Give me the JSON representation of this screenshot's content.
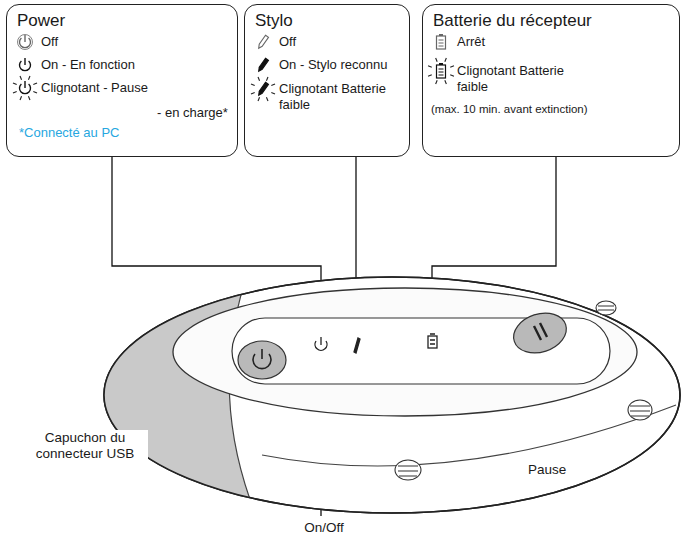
{
  "diagram": {
    "nodes": [
      {
        "text": [
          "Power",
          "Off",
          "On - En fonction",
          "Clignotant - Pause",
          "- en charge*",
          "*Connecté au PC"
        ]
      },
      {
        "text": [
          "Stylo",
          "Off",
          "On - Stylo reconnu",
          "Clignotant Batterie faible"
        ]
      },
      {
        "text": [
          "Batterie du récepteur",
          "Arrêt",
          "Clignotant Batterie faible",
          "(max. 10 min. avant extinction)"
        ]
      }
    ],
    "labels": [
      "Capuchon du connecteur USB",
      "Pause",
      "On/Off"
    ]
  }
}
